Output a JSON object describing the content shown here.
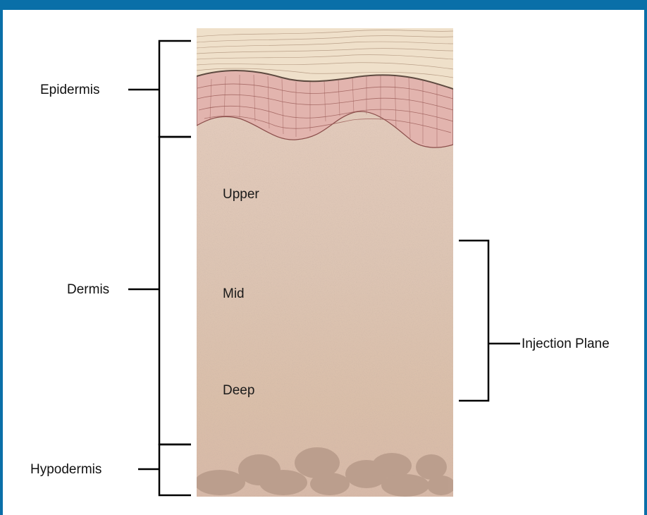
{
  "diagram": {
    "labels": {
      "epidermis": "Epidermis",
      "dermis": "Dermis",
      "hypodermis": "Hypodermis",
      "injection_plane": "Injection Plane"
    },
    "dermis_layers": {
      "upper": "Upper",
      "mid": "Mid",
      "deep": "Deep"
    },
    "colors": {
      "frame": "#0a6fa8",
      "stratum_corneum": "#efe0c9",
      "epidermis_cells": "#e3b2ad",
      "dermis": "#dcc3b4",
      "hypodermis_fat": "#b89a89"
    }
  }
}
